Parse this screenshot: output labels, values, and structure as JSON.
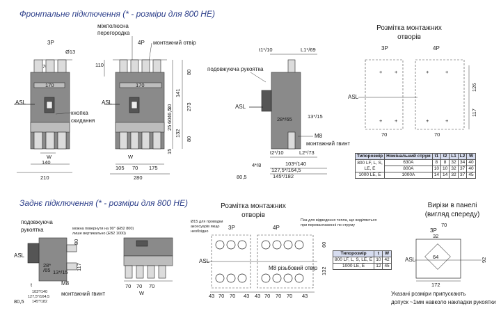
{
  "headers": {
    "front": "Фронтальне підключення (* - розміри для 800 НЕ)",
    "rear": "Заднє підключення (* - розміри для 800 НЕ)",
    "mount_top": "Розмітка монтажних\nотворів",
    "mount_bottom": "Розмітка монтажних\nотворів",
    "panel_cut": "Вирізи в панелі\n(вигляд спереду)"
  },
  "labels": {
    "p3": "3P",
    "p4": "4P",
    "asl": "ASL",
    "interphase": "міжполюсна\nперегородка",
    "mount_hole": "монтажний отвір",
    "trip_button": "кнопка\nскидання",
    "ext_handle": "подовжуюча рукоятка",
    "ext_handle_short": "подовжуюча\nрукоятка",
    "mount_screw": "монтажний гвинт",
    "m8": "M8",
    "m8_thread": "M8 різьбовий отвір",
    "rotate_note": "можна повернути на 90° (ЕВ2 800)\nлише вертикально (ЕВ2 1000)",
    "wire_hole": "Ø15 для проводки\nаксесуарів якщо\nнеобхідно",
    "heat_note": "Паз для відведення тепла, що виділяється\nпри перевантаженні по струму",
    "cut_note": "Указані розміри припускають\nдопуск ~1мм навколо накладки рукоятки"
  },
  "dims": {
    "d13": "Ø13",
    "d70": "70",
    "d170": "170",
    "d140": "140",
    "d210": "210",
    "d280": "280",
    "d105": "105",
    "d175": "175",
    "dw": "W",
    "d110": "110",
    "d80": "80",
    "d141": "141",
    "d273": "273",
    "d132": "132",
    "d15": "15",
    "d25": "25",
    "d46": "46,5",
    "d60": "60",
    "d30": "30",
    "d15b": "15",
    "t1": "t1*/10",
    "l1": "L1*/69",
    "d13_15": "13*/15",
    "d28_65": "28*/65",
    "t2": "t2*/10",
    "l2": "L2*/73",
    "d103": "103*/140",
    "d127": "127,5*/164,5",
    "d145": "145*/182",
    "d4_8": "4*/8",
    "d80_5": "80,5",
    "d126": "126",
    "d117": "117",
    "d70b": "70",
    "d43": "43",
    "d92": "92",
    "d172": "172",
    "d32": "32",
    "d70c": "70"
  },
  "table_front": {
    "headers": [
      "Типорозмір",
      "Номінальний струм",
      "t1",
      "t2",
      "L1",
      "L2",
      "W"
    ],
    "rows": [
      [
        "800 LF, L, S,\nLE, E",
        "630A",
        "8",
        "8",
        "32",
        "34",
        "40"
      ],
      [
        "",
        "800A",
        "10",
        "10",
        "32",
        "37",
        "40"
      ],
      [
        "1000 LE, E",
        "1000A",
        "14",
        "14",
        "32",
        "37",
        "45"
      ]
    ]
  },
  "table_rear": {
    "headers": [
      "Типорозмір",
      "t",
      "W"
    ],
    "rows": [
      [
        "800 LF, L, S, LE, E",
        "10",
        "42"
      ],
      [
        "1000 LE, E",
        "12",
        "45"
      ]
    ]
  }
}
